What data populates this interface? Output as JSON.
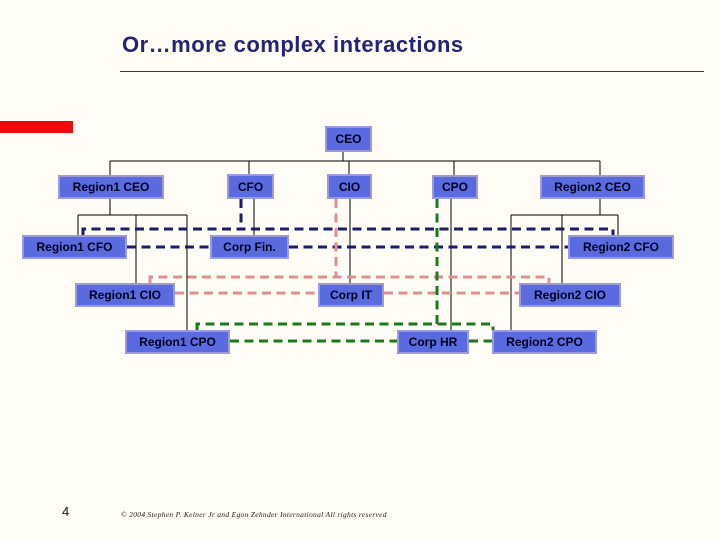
{
  "slide": {
    "title": "Or…more complex interactions",
    "page_number": "4",
    "copyright": "© 2004 Stephen P. Kelner Jr and Egon Zehnder International  All rights reserved"
  },
  "diagram": {
    "type": "org-chart",
    "colors": {
      "node_fill": "#5a6be0",
      "node_border": "#9c9ad8",
      "node_text": "#00001e",
      "title_text": "#232378",
      "accent_bar": "#ee0a0a",
      "hierarchy_line": "#000000",
      "cfo_line": "#1a1a6e",
      "cio_line": "#e08f8f",
      "cpo_line": "#1a7a1a"
    },
    "nodes": {
      "ceo": {
        "label": "CEO"
      },
      "r1ceo": {
        "label": "Region1 CEO"
      },
      "cfo": {
        "label": "CFO"
      },
      "cio": {
        "label": "CIO"
      },
      "cpo": {
        "label": "CPO"
      },
      "r2ceo": {
        "label": "Region2 CEO"
      },
      "r1cfo": {
        "label": "Region1 CFO"
      },
      "corpfin": {
        "label": "Corp Fin."
      },
      "r2cfo": {
        "label": "Region2 CFO"
      },
      "r1cio": {
        "label": "Region1 CIO"
      },
      "corpit": {
        "label": "Corp IT"
      },
      "r2cio": {
        "label": "Region2 CIO"
      },
      "r1cpo": {
        "label": "Region1 CPO"
      },
      "corphr": {
        "label": "Corp HR"
      },
      "r2cpo": {
        "label": "Region2 CPO"
      }
    },
    "edges": {
      "solid_hierarchy": [
        [
          "ceo",
          "r1ceo"
        ],
        [
          "ceo",
          "cfo"
        ],
        [
          "ceo",
          "cio"
        ],
        [
          "ceo",
          "cpo"
        ],
        [
          "ceo",
          "r2ceo"
        ],
        [
          "r1ceo",
          "r1cfo"
        ],
        [
          "r1ceo",
          "r1cio"
        ],
        [
          "r1ceo",
          "r1cpo"
        ],
        [
          "r2ceo",
          "r2cfo"
        ],
        [
          "r2ceo",
          "r2cio"
        ],
        [
          "r2ceo",
          "r2cpo"
        ],
        [
          "cfo",
          "corpfin"
        ],
        [
          "cio",
          "corpit"
        ],
        [
          "cpo",
          "corphr"
        ]
      ],
      "dashed_cfo_network": [
        [
          "cfo",
          "r1cfo"
        ],
        [
          "cfo",
          "r2cfo"
        ],
        [
          "r1cfo",
          "corpfin"
        ],
        [
          "corpfin",
          "r2cfo"
        ]
      ],
      "dashed_cio_network": [
        [
          "cio",
          "r1cio"
        ],
        [
          "cio",
          "r2cio"
        ],
        [
          "r1cio",
          "corpit"
        ],
        [
          "corpit",
          "r2cio"
        ]
      ],
      "dashed_cpo_network": [
        [
          "cpo",
          "r1cpo"
        ],
        [
          "cpo",
          "r2cpo"
        ],
        [
          "r1cpo",
          "corphr"
        ],
        [
          "corphr",
          "r2cpo"
        ]
      ]
    }
  }
}
